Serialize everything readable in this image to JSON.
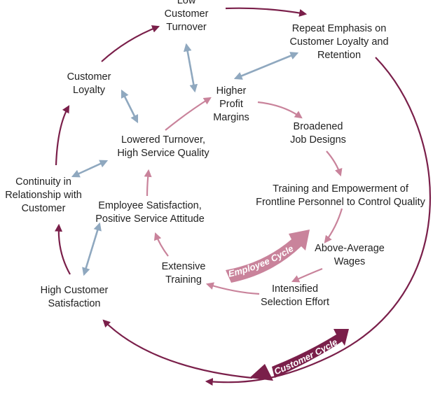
{
  "colors": {
    "customer_cycle": "#7a1f4a",
    "employee_cycle": "#c9839b",
    "link_arrow": "#8fa8bf",
    "text": "#222222"
  },
  "nodes": {
    "low_customer_turnover": "Low\nCustomer\nTurnover",
    "repeat_emphasis": "Repeat Emphasis on\nCustomer Loyalty and\nRetention",
    "customer_loyalty": "Customer\nLoyalty",
    "higher_profit_margins": "Higher\nProfit\nMargins",
    "broadened_job_designs": "Broadened\nJob Designs",
    "lowered_turnover": "Lowered Turnover,\nHigh Service Quality",
    "continuity": "Continuity in\nRelationship with\nCustomer",
    "training_empowerment": "Training and Empowerment of\nFrontline Personnel to Control Quality",
    "employee_satisfaction": "Employee Satisfaction,\nPositive Service Attitude",
    "above_average_wages": "Above-Average\nWages",
    "extensive_training": "Extensive\nTraining",
    "intensified_selection": "Intensified\nSelection Effort",
    "high_customer_satisfaction": "High Customer\nSatisfaction"
  },
  "cycles": {
    "employee": "Employee Cycle",
    "customer": "Customer Cycle"
  }
}
